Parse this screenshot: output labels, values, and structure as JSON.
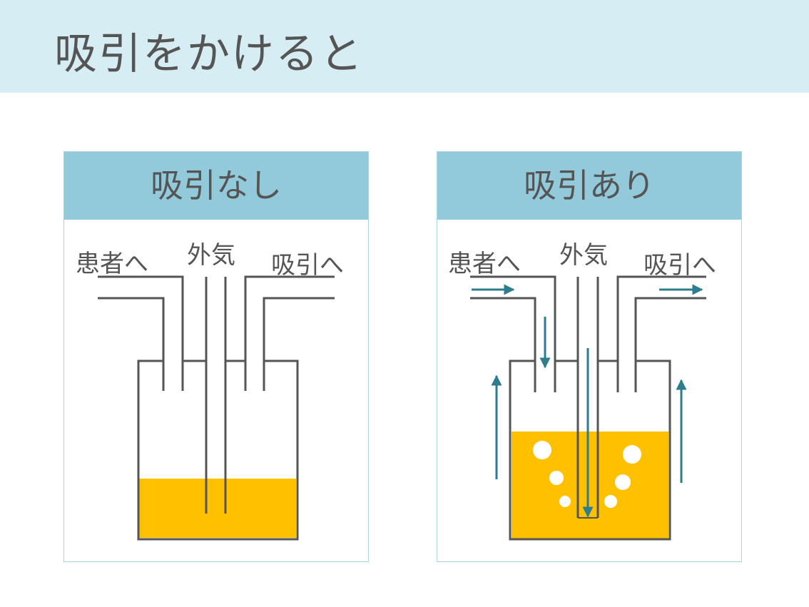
{
  "page": {
    "title": "吸引をかけると"
  },
  "panels": [
    {
      "title": "吸引なし",
      "labels": {
        "patient": "患者へ",
        "outside_air": "外気",
        "suction": "吸引へ"
      },
      "liquid_level": "low",
      "bubbles": false,
      "flow_arrows": false
    },
    {
      "title": "吸引あり",
      "labels": {
        "patient": "患者へ",
        "outside_air": "外気",
        "suction": "吸引へ"
      },
      "liquid_level": "high",
      "bubbles": true,
      "flow_arrows": true
    }
  ],
  "colors": {
    "topbar": "#d7edf4",
    "header": "#92cadb",
    "liquid": "#ffc000",
    "line": "#555555",
    "arrow": "#2e7d8f",
    "text": "#555555"
  }
}
